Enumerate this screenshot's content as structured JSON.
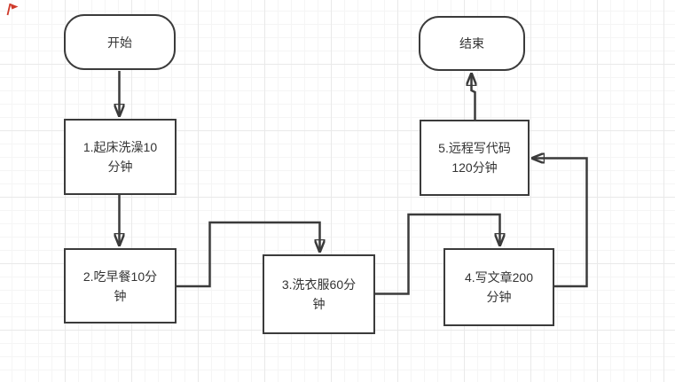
{
  "flowchart": {
    "start_label": "开始",
    "end_label": "结束",
    "steps": [
      {
        "label": "1.起床洗澡10\n分钟"
      },
      {
        "label": "2.吃早餐10分\n钟"
      },
      {
        "label": "3.洗衣服60分\n钟"
      },
      {
        "label": "4.写文章200\n分钟"
      },
      {
        "label": "5.远程写代码\n120分钟"
      }
    ]
  },
  "icons": {
    "top_left_marker": "red-flag-icon"
  },
  "colors": {
    "stroke": "#3b3b3b",
    "text": "#333333",
    "marker_red": "#cf3a2b",
    "grid_minor": "#f5f5f5",
    "grid_major": "#e9e9e9"
  }
}
